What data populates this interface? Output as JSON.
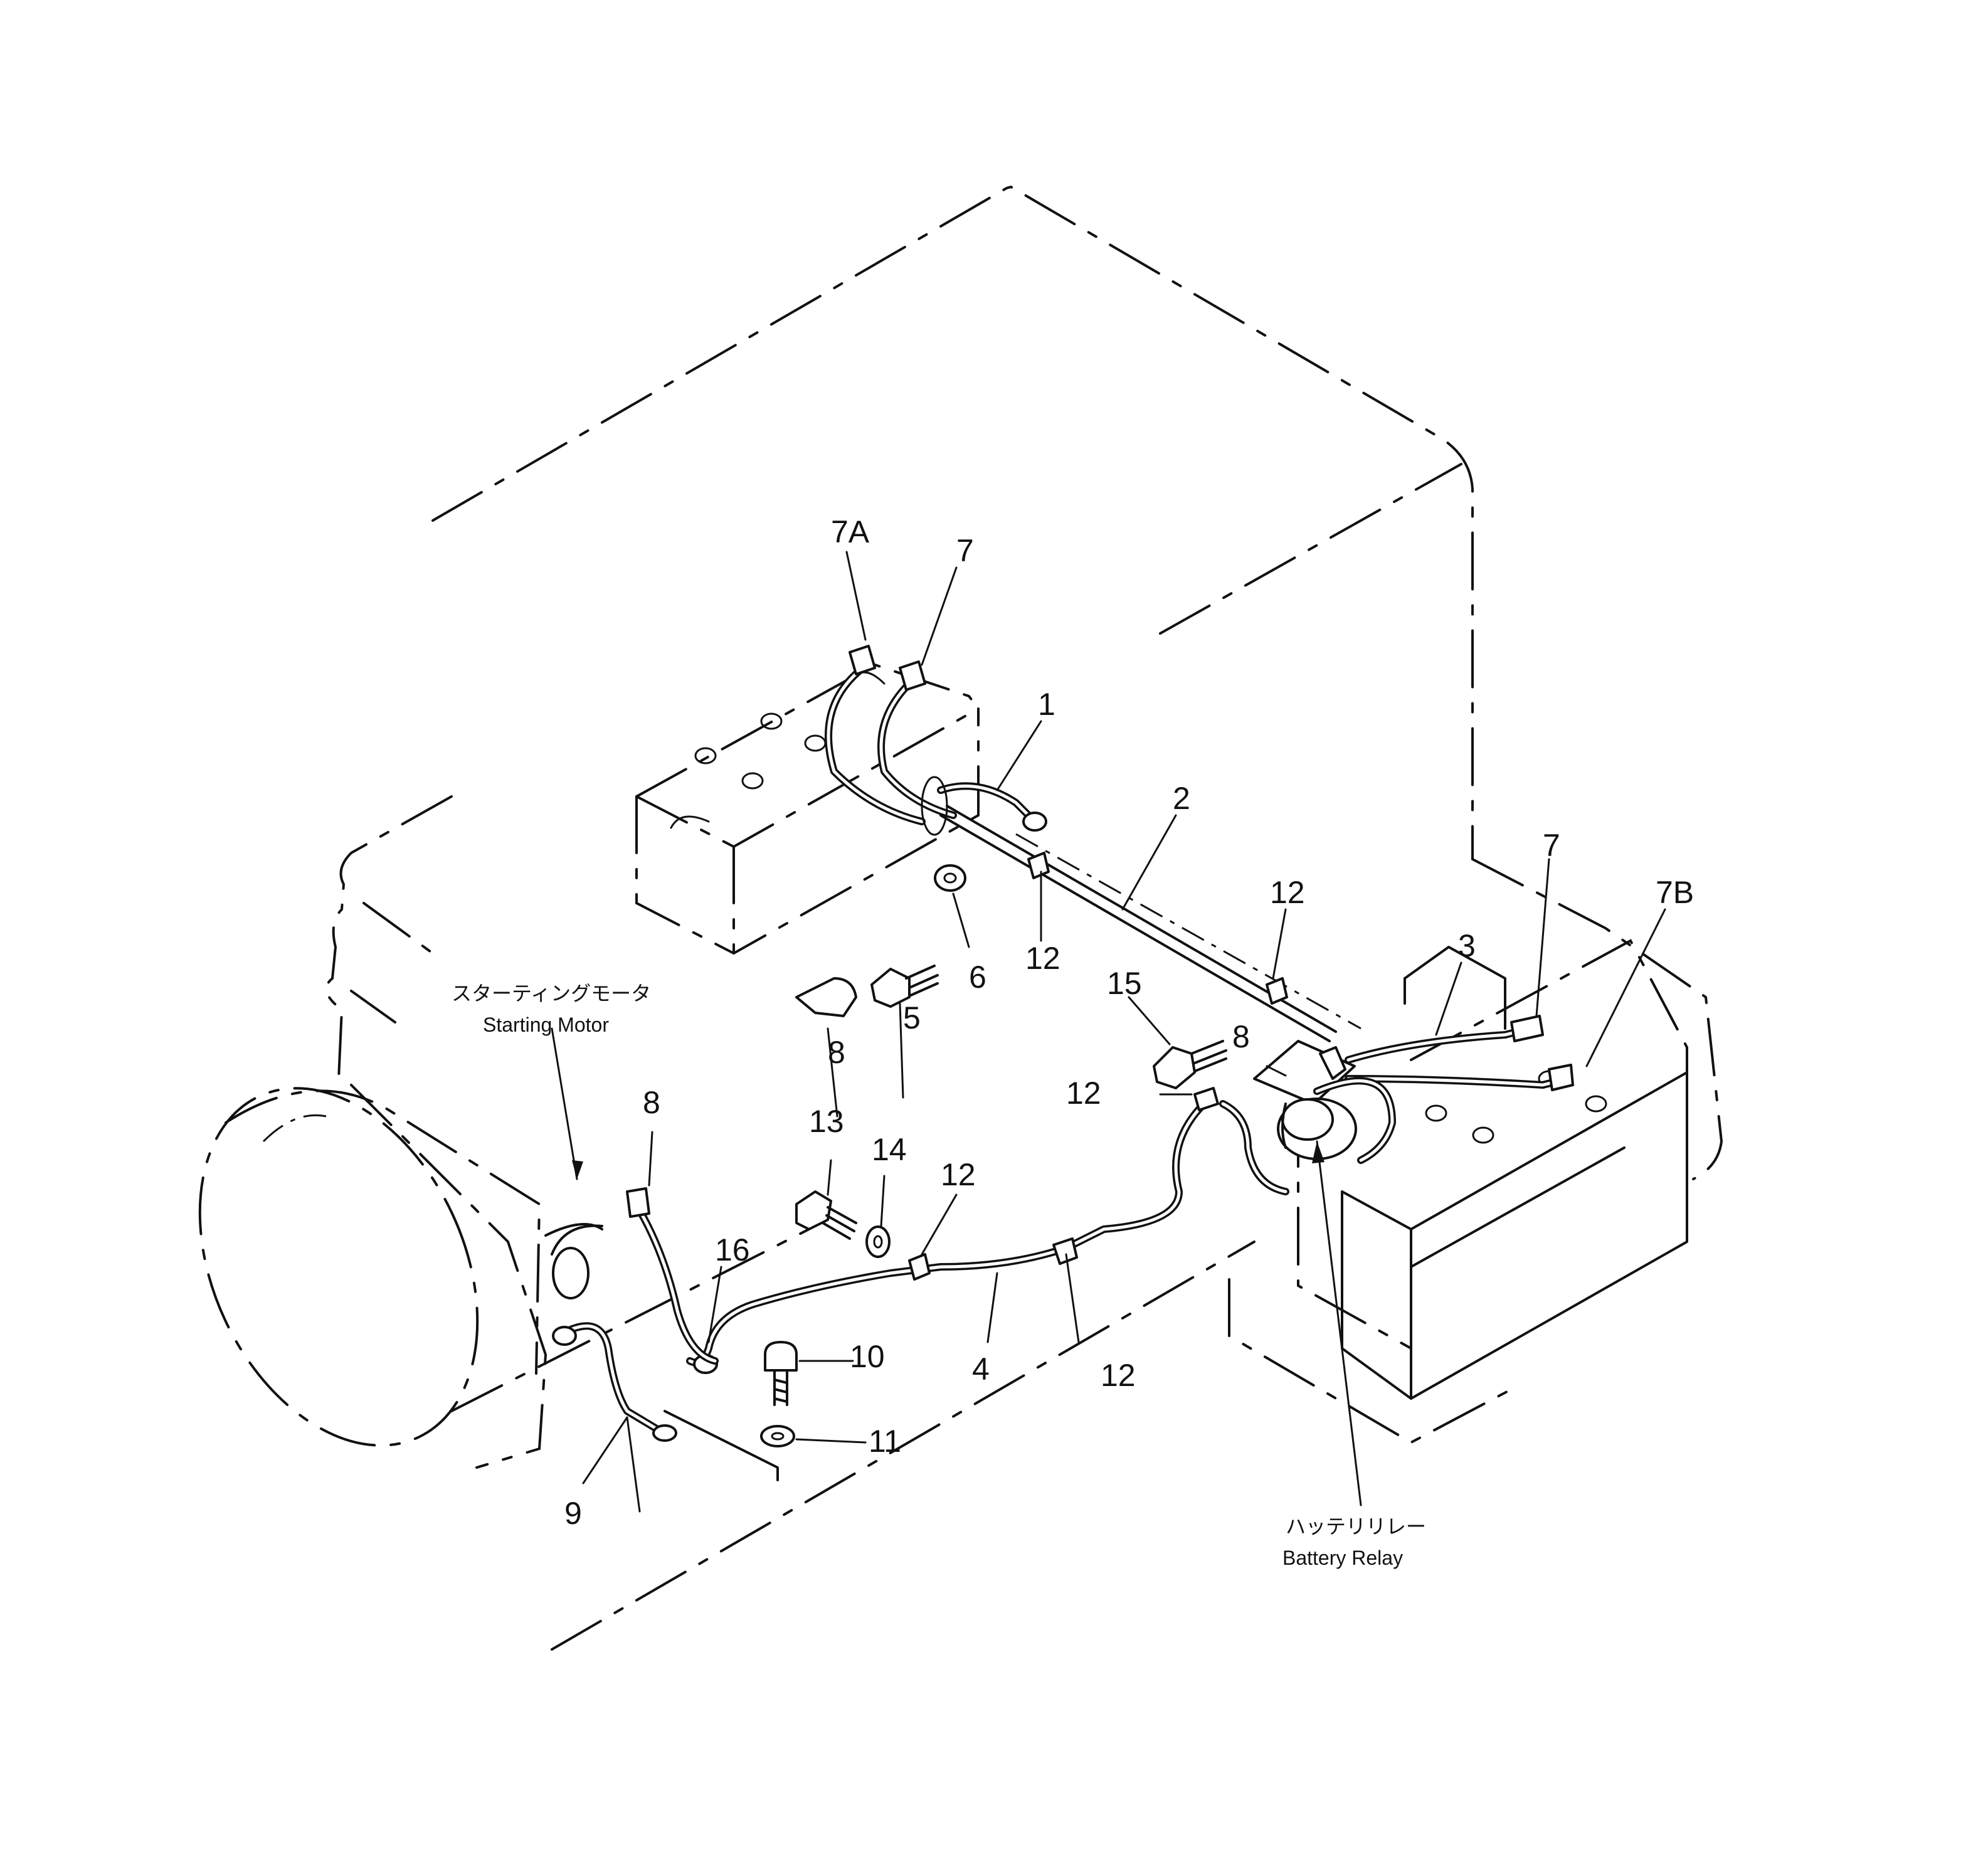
{
  "captions": {
    "starting_motor_jp": "スターティングモータ",
    "starting_motor_en": "Starting Motor",
    "battery_relay_jp": "ハッテリリレー",
    "battery_relay_en": "Battery Relay"
  },
  "callouts": {
    "c1": "1",
    "c2": "2",
    "c3": "3",
    "c4": "4",
    "c5": "5",
    "c6": "6",
    "c7_left": "7",
    "c7_right": "7",
    "c7a": "7A",
    "c7b": "7B",
    "c8_bottom": "8",
    "c8_motor": "8",
    "c8_relay": "8",
    "c9": "9",
    "c10": "10",
    "c11": "11",
    "c12_upper": "12",
    "c12_mid": "12",
    "c12_relay": "12",
    "c12_cable_a": "12",
    "c12_cable_b": "12",
    "c13": "13",
    "c14": "14",
    "c15": "15",
    "c16": "16"
  }
}
